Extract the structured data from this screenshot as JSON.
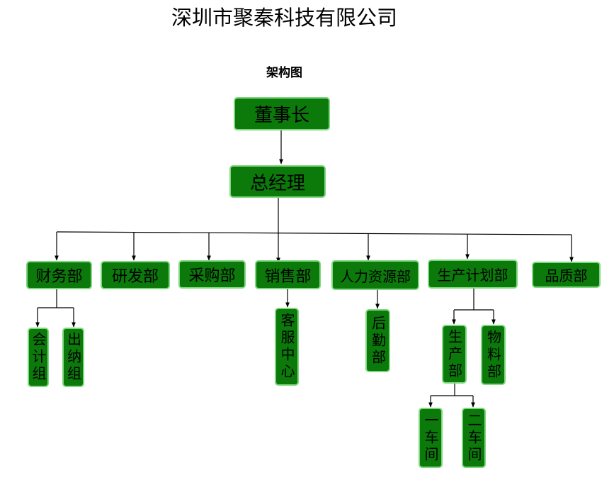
{
  "header": {
    "company_name": "深圳市聚秦科技有限公司",
    "chart_title": "架构图"
  },
  "colors": {
    "node_fill": "#0b7a0b",
    "node_border": "#7fd87f",
    "connector": "#000000"
  },
  "nodes": {
    "chairman": "董事长",
    "general_manager": "总经理",
    "finance": "财务部",
    "rnd": "研发部",
    "purchasing": "采购部",
    "sales": "销售部",
    "hr": "人力资源部",
    "production_planning": "生产计划部",
    "quality": "品质部",
    "accounting_group": "会计组",
    "cashier_group": "出纳组",
    "customer_service": "客服中心",
    "logistics": "后勤部",
    "production": "生产部",
    "materials": "物料部",
    "workshop_1": "一车间",
    "workshop_2": "二车间"
  }
}
